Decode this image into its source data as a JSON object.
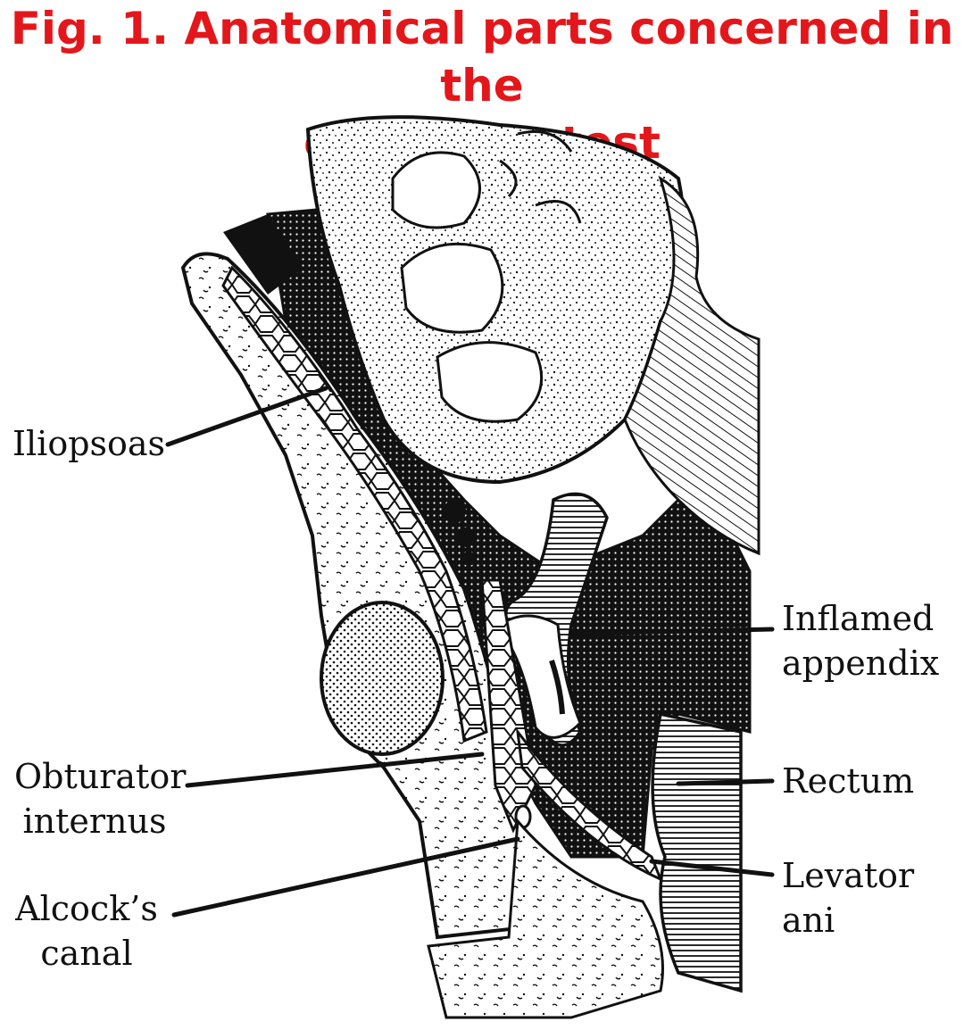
{
  "title": {
    "line1": "Fig. 1. Anatomical parts concerned in the",
    "line2": "obturator test",
    "color": "#e3171b"
  },
  "labels": {
    "iliopsoas": "Iliopsoas",
    "inflamed_appendix": {
      "line1": "Inflamed",
      "line2": "appendix"
    },
    "obturator_internus": {
      "line1": "Obturator",
      "line2": "internus"
    },
    "rectum": "Rectum",
    "alcocks_canal": {
      "line1": "Alcock’s",
      "line2": "canal"
    },
    "levator_ani": "Levator ani"
  },
  "colors": {
    "ink": "#111111",
    "background": "#ffffff"
  }
}
